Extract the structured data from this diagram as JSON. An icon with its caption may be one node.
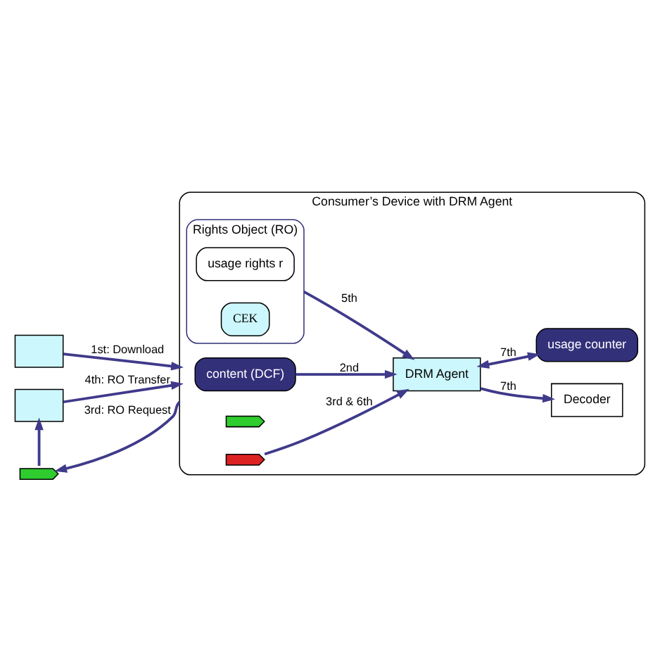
{
  "diagram": {
    "nodes": [
      {
        "text": [],
        "shape": "box"
      },
      {
        "text": [],
        "shape": "box"
      },
      {
        "text": [
          "Consumer’s Device with DRM Agent"
        ]
      },
      {
        "text": [
          "content (DCF)"
        ],
        "in": 2
      },
      {
        "text": [],
        "shape": "key",
        "in": 2
      },
      {
        "text": [],
        "shape": "key",
        "in": 2
      },
      {
        "text": [
          "DRM Agent"
        ],
        "in": 2
      },
      {
        "text": [
          "Decoder"
        ],
        "in": 2
      },
      {
        "text": [
          "usage counter"
        ],
        "in": 2
      },
      {
        "text": [
          "Rights Object (RO)"
        ],
        "in": 2
      },
      {
        "text": [
          "usage rights r"
        ],
        "in": 9
      },
      {
        "text": [
          "CEK"
        ],
        "in": 9
      },
      {
        "text": [],
        "shape": "key"
      }
    ],
    "edges": [
      {
        "from": 0,
        "to": 2,
        "arrow": "to",
        "label": "1st: Download"
      },
      {
        "from": 3,
        "to": 6,
        "arrow": "to",
        "label": "2nd"
      },
      {
        "from": 5,
        "to": 6,
        "arrow": "to",
        "label": "3rd & 6th"
      },
      {
        "from": 6,
        "to": 7,
        "arrow": "to",
        "label": "7th"
      },
      {
        "from": 6,
        "to": 8,
        "arrow": "both",
        "label": "7th"
      },
      {
        "from": 9,
        "to": 6,
        "arrow": "to",
        "label": "5th"
      },
      {
        "from": 2,
        "to": 12,
        "arrow": "to",
        "label": "3rd: RO Request"
      },
      {
        "from": 12,
        "to": 1,
        "arrow": "to"
      },
      {
        "from": 1,
        "to": 2,
        "arrow": "to",
        "label": "4th: RO Transfer"
      }
    ]
  }
}
